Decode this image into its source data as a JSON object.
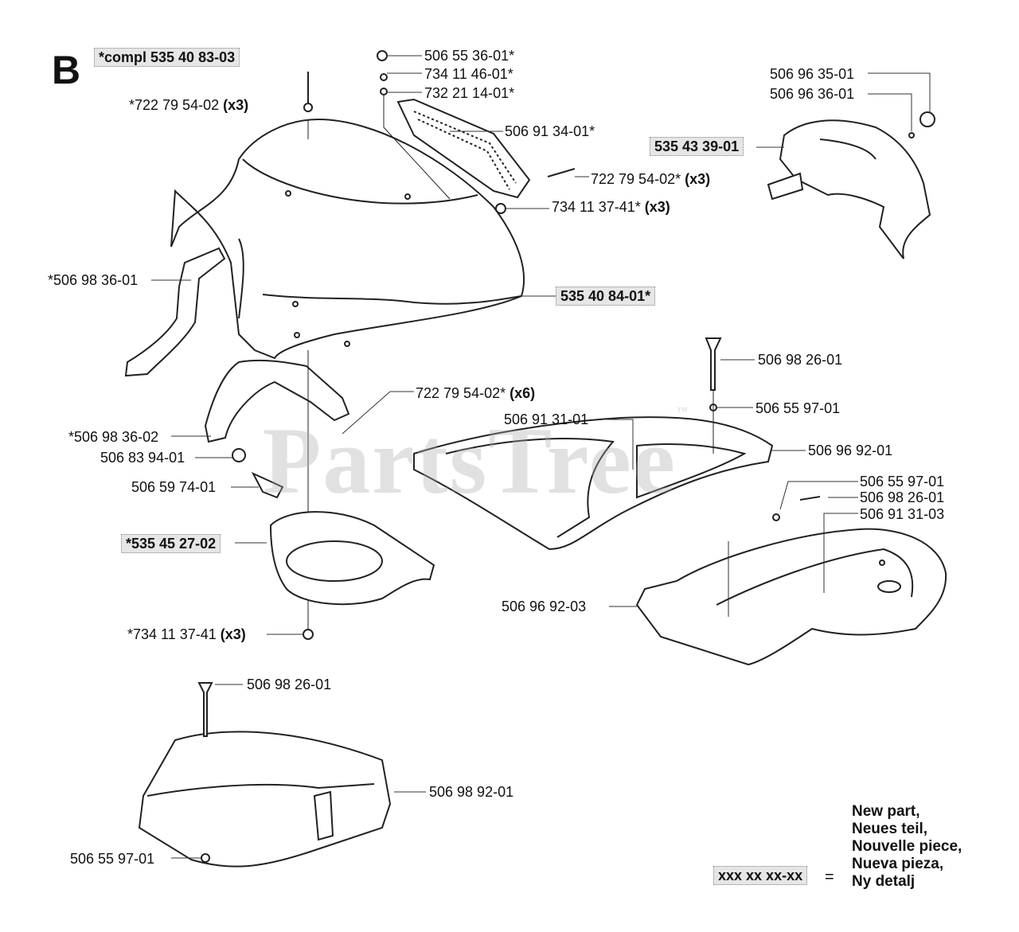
{
  "section_letter": "B",
  "kit_label": "*compl 535 40 83-03",
  "watermark": "PartsTree",
  "watermark_mark": "™",
  "labels": {
    "l1": "*722 79 54-02",
    "l1q": "(x3)",
    "l2": "506 55 36-01*",
    "l3": "734 11 46-01*",
    "l4": "732 21 14-01*",
    "l5": "506 91 34-01*",
    "l6": "722 79 54-02*",
    "l6q": "(x3)",
    "l7": "734 11 37-41*",
    "l7q": "(x3)",
    "l8": "506 96 35-01",
    "l9": "506 96 36-01",
    "l10": "535 43 39-01",
    "l11": "*506 98 36-01",
    "l12": "535 40 84-01*",
    "l13": "722 79 54-02*",
    "l13q": "(x6)",
    "l14": "506 98 26-01",
    "l15": "506 55 97-01",
    "l16": "506 91 31-01",
    "l17": "*506 98 36-02",
    "l18": "506 83 94-01",
    "l19": "506 96 92-01",
    "l20": "506 59 74-01",
    "l21": "506 55 97-01",
    "l22": "506 98 26-01",
    "l23": "506 91 31-03",
    "l24": "*535 45 27-02",
    "l25": "506 96 92-03",
    "l26": "*734 11 37-41",
    "l26q": "(x3)",
    "l27": "506 98 26-01",
    "l28": "506 98 92-01",
    "l29": "506 55 97-01"
  },
  "legend": {
    "key": "xxx xx xx-xx",
    "equals": "=",
    "lines": [
      "New part,",
      "Neues teil,",
      "Nouvelle piece,",
      "Nueva pieza,",
      "Ny detalj"
    ]
  }
}
